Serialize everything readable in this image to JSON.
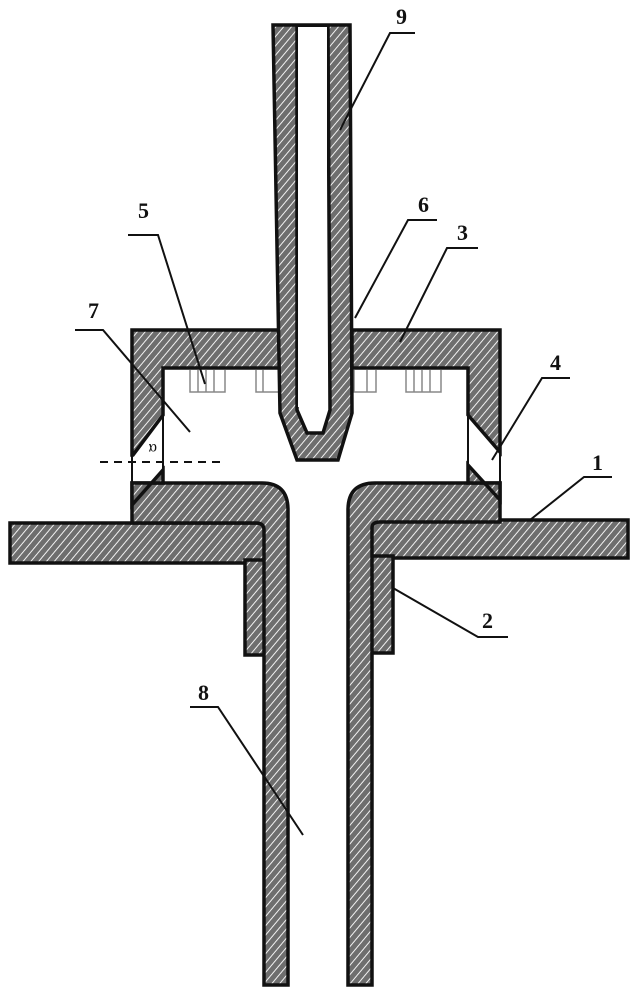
{
  "figure": {
    "labels": {
      "p1": "1",
      "p2": "2",
      "p3": "3",
      "p4": "4",
      "p5": "5",
      "p6": "6",
      "p7": "7",
      "p8": "8",
      "p9": "9"
    },
    "angle_symbol": "α"
  },
  "colors": {
    "hatch_fill": "#6e6e6e",
    "line": "#111111"
  }
}
